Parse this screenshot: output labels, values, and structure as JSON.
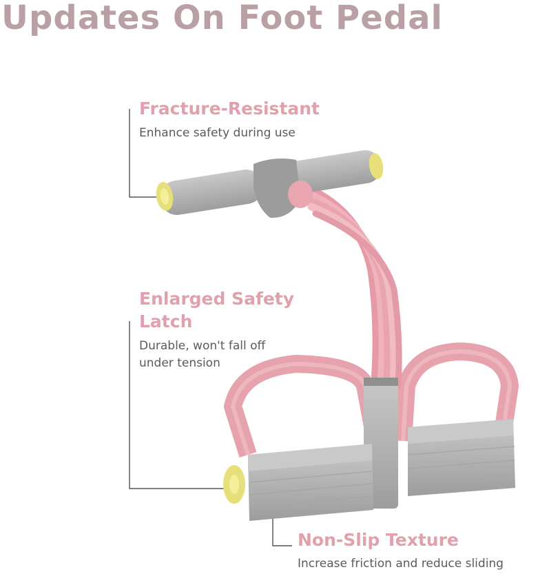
{
  "title": "Updates On Foot Pedal",
  "features": [
    {
      "title": "Fracture-Resistant",
      "description": "Enhance safety during use"
    },
    {
      "title_lines": [
        "Enlarged Safety",
        "Latch"
      ],
      "description_lines": [
        "Durable, won't fall off",
        "under tension"
      ]
    },
    {
      "title": "Non-Slip Texture",
      "description": "Increase friction and reduce sliding"
    }
  ],
  "colors": {
    "title": "#b9a0a4",
    "feature_title": "#e0a1ad",
    "band_pink": "#eeadb6",
    "grey_body": "#b5b5b5",
    "cap_yellow": "#f1ea6e"
  }
}
